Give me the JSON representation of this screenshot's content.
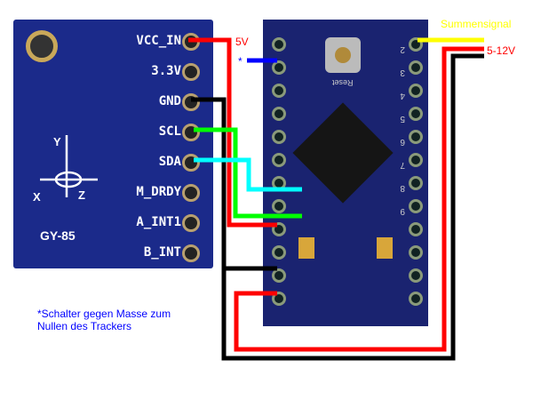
{
  "sensor_board": {
    "name": "GY-85",
    "pins": [
      "VCC_IN",
      "3.3V",
      "GND",
      "SCL",
      "SDA",
      "M_DRDY",
      "A_INT1",
      "B_INT"
    ],
    "axes": [
      "X",
      "Y",
      "Z"
    ]
  },
  "arduino": {
    "reset_label": "Reset",
    "pin_labels_right": [
      "9",
      "8",
      "7",
      "6",
      "5",
      "4",
      "3",
      "2"
    ]
  },
  "labels": {
    "five_v": "5V",
    "asterisk": "*",
    "summensignal": "Summensignal",
    "supply": "5-12V"
  },
  "note": {
    "line1": "*Schalter gegen Masse zum",
    "line2": "Nullen des Trackers"
  },
  "colors": {
    "vcc": "#ff0000",
    "gnd": "#000000",
    "scl": "#00ff00",
    "sda": "#00ffff",
    "switch": "#0000ff",
    "signal": "#ffff00"
  }
}
